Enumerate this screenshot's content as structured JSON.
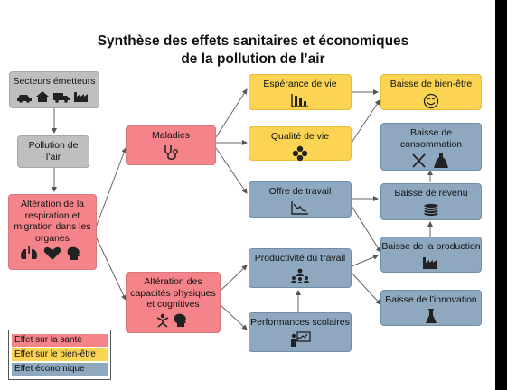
{
  "title_line1": "Synthèse des effets sanitaires et économiques",
  "title_line2": "de la pollution de l’air",
  "nodes": {
    "secteurs": "Secteurs émetteurs",
    "pollution_line1": "Pollution de",
    "pollution_line2": "l’air",
    "alteration_resp_line1": "Altération de la",
    "alteration_resp_line2": "respiration et",
    "alteration_resp_line3": "migration dans les",
    "alteration_resp_line4": "organes",
    "maladies": "Maladies",
    "alteration_cap_line1": "Altération des",
    "alteration_cap_line2": "capacités physiques",
    "alteration_cap_line3": "et cognitives",
    "esperance": "Espérance de vie",
    "qualite": "Qualité de vie",
    "offre": "Offre de travail",
    "productivite": "Productivité du travail",
    "performances": "Performances scolaires",
    "bien_etre": "Baisse de bien-être",
    "consommation_line1": "Baisse de",
    "consommation_line2": "consommation",
    "revenu": "Baisse de revenu",
    "production": "Baisse de la production",
    "innovation": "Baisse de l’innovation"
  },
  "legend": {
    "sante": "Effet sur la santé",
    "bien_etre": "Effet sur le bien-être",
    "economique": "Effet économique"
  },
  "colors": {
    "health": "#f4848a",
    "wellbeing": "#fbd453",
    "economic": "#8ea9bf",
    "neutral": "#bfbfbf"
  },
  "icons": {
    "secteurs": [
      "car-icon",
      "house-icon",
      "truck-icon",
      "factory-icon"
    ],
    "alteration_resp": [
      "lungs-icon",
      "heart-icon",
      "head-icon"
    ],
    "maladies": "stethoscope-icon",
    "alteration_cap": [
      "person-icon",
      "head-icon"
    ],
    "esperance": "bar-chart-icon",
    "qualite": "flower-icon",
    "offre": "declining-chart-icon",
    "productivite": "team-icon",
    "performances": "teacher-icon",
    "bien_etre": "smiley-icon",
    "consommation": [
      "cutlery-icon",
      "dress-icon"
    ],
    "revenu": "coins-icon",
    "production": "factory-icon",
    "innovation": "flask-icon"
  }
}
